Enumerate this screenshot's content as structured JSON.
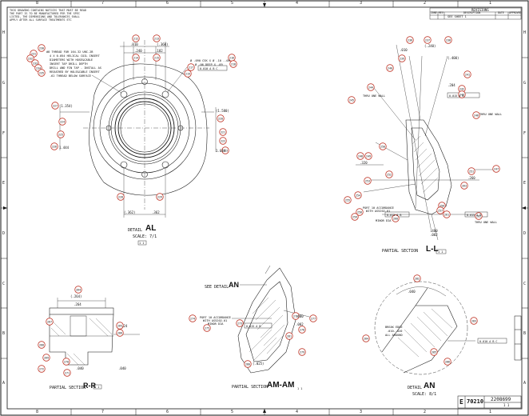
{
  "sheet": {
    "zones_top": [
      "8",
      "7",
      "6",
      "5",
      "4",
      "3",
      "2",
      "1"
    ],
    "zones_side": [
      "H",
      "G",
      "F",
      "E",
      "D",
      "C",
      "B",
      "A"
    ],
    "general_notes": "THIS DRAWING CONTAINS NOTICES THAT MUST BE READ\nTHE PART IS TO BE MANUFACTURED PER THE SPEC\nLISTED, THE DIMENSIONS AND TOLERANCES SHALL\nAPPLY AFTER ALL SURFACE TREATMENTS ETC",
    "revision_table": {
      "header": "REVISIONS",
      "col_zone": "ZONE",
      "col_rev": "REV",
      "col_desc": "DESCRIPTION",
      "col_date": "DATE",
      "col_appr": "APPROVED",
      "row_desc": "SEE SHEET 1"
    }
  },
  "views": {
    "detail_al": {
      "prefix": "DETAIL",
      "letter": "AL",
      "scale": "SCALE: 7/1",
      "ref": "1 1"
    },
    "section_ll": {
      "prefix": "PARTIAL SECTION",
      "letter": "L-L",
      "ref": "1 1"
    },
    "section_rr": {
      "prefix": "PARTIAL SECTION",
      "letter": "R-R",
      "ref": "1 1"
    },
    "section_amam": {
      "prefix": "PARTIAL SECTION",
      "letter": "AM-AM",
      "ref": "1 1"
    },
    "detail_an": {
      "prefix": "DETAIL",
      "letter": "AN",
      "scale": "SCALE: 8/1"
    },
    "see_detail": {
      "prefix": "SEE DETAIL",
      "letter": "AN"
    }
  },
  "callouts": [
    {
      "num": "230"
    },
    {
      "num": "231"
    },
    {
      "num": "232"
    },
    {
      "num": "233"
    },
    {
      "num": "234"
    },
    {
      "num": "235"
    },
    {
      "num": "212"
    },
    {
      "num": "213"
    },
    {
      "num": "214"
    },
    {
      "num": "215"
    },
    {
      "num": "216"
    },
    {
      "num": "217"
    },
    {
      "num": "218"
    },
    {
      "num": "219"
    },
    {
      "num": "220"
    },
    {
      "num": "221"
    },
    {
      "num": "222"
    },
    {
      "num": "223"
    },
    {
      "num": "224"
    },
    {
      "num": "225"
    },
    {
      "num": "226"
    },
    {
      "num": "227"
    },
    {
      "num": "228"
    },
    {
      "num": "229"
    },
    {
      "num": "236"
    },
    {
      "num": "237"
    },
    {
      "num": "238"
    },
    {
      "num": "239"
    },
    {
      "num": "240"
    },
    {
      "num": "241"
    },
    {
      "num": "242"
    },
    {
      "num": "243"
    },
    {
      "num": "244"
    },
    {
      "num": "245"
    },
    {
      "num": "246"
    },
    {
      "num": "247"
    },
    {
      "num": "248"
    },
    {
      "num": "249"
    },
    {
      "num": "250"
    },
    {
      "num": "251"
    },
    {
      "num": "252"
    },
    {
      "num": "253"
    },
    {
      "num": "254"
    },
    {
      "num": "255"
    },
    {
      "num": "256"
    },
    {
      "num": "257"
    },
    {
      "num": "258"
    },
    {
      "num": "259"
    },
    {
      "num": "260"
    },
    {
      "num": "261"
    },
    {
      "num": "262"
    },
    {
      "num": "263"
    },
    {
      "num": "264"
    },
    {
      "num": "265"
    },
    {
      "num": "266"
    },
    {
      "num": "267"
    },
    {
      "num": "268"
    },
    {
      "num": "269"
    },
    {
      "num": "270"
    },
    {
      "num": "271"
    },
    {
      "num": "272"
    },
    {
      "num": "273"
    },
    {
      "num": "274"
    },
    {
      "num": "275"
    },
    {
      "num": "276"
    },
    {
      "num": "277"
    },
    {
      "num": "278"
    },
    {
      "num": "279"
    },
    {
      "num": "280"
    },
    {
      "num": "281"
    },
    {
      "num": "282"
    },
    {
      "num": "283"
    },
    {
      "num": "284"
    },
    {
      "num": "285"
    },
    {
      "num": "286"
    }
  ],
  "dims": {
    "al_top1": ".010",
    "al_top2": "(.360)",
    "al_top3": ".240",
    "al_top4": ".182",
    "al_left1": "(1.354)",
    "al_left2": "1.444",
    "al_right1": "(1.580)",
    "al_right2": "1.644",
    "al_bot1": "(.362)",
    "al_bot2": ".362",
    "al_note1": "#8 THREAD FOR 164-32 UNC-2B",
    "al_note2": "4 X 0.054 HELICAL COIL INSERT",
    "al_note3": "DIAMETERS WITH HOSE&CABLE",
    "al_note4": "INSERT TAP DRILL DEPTH",
    "al_note5": "DRILL AND FIN TAP - INSTALL AS",
    "al_note6": "REQUIRED BY HOLE&CABLE INSERT",
    "al_note7": ".62 THREAD BELOW SURFACE",
    "al_csk": "Ø .090 CSK X Ø .10 -.00",
    "al_thru": "Ø .06 DEEP X .09",
    "ll_top": "(.240)",
    "ll_top2": ".010",
    "ll_r1": "(.400)",
    "ll_r2": ".204",
    "ll_thru": "THRU ONE WALL",
    "ll_port": "PORT 10 ACCORDANCE",
    "ll_port2": "WITH AS5202-01",
    "ll_minor": "MINOR DIA",
    "ll_dim1": ".400",
    "ll_dim2": ".002",
    "ll_dim3": ".260",
    "ll_dim4": ".320",
    "rr_top": "(.264)",
    "rr_top2": ".264",
    "rr_right": ".24",
    "rr_b1": ".040",
    "rr_b2": ".040",
    "amam_port": "PORT 10 ACCORDANCE",
    "amam_port2": "WITH AS5202-01",
    "amam_minor": "MINOR DIA",
    "amam_d1": ".400",
    "amam_d2": ".002",
    "amam_d3": "(.025)",
    "an_break": "BREAK EDGE",
    "an_break2": ".010-.020",
    "an_break3": "ALL AROUND",
    "an_d1": ".040",
    "fcf_a": "0.010 A B C",
    "fcf_b": "0.015 A B"
  },
  "title_block": {
    "size": "E",
    "cage": "70210",
    "dwg_no": "2208699",
    "sheet": "1 1"
  }
}
